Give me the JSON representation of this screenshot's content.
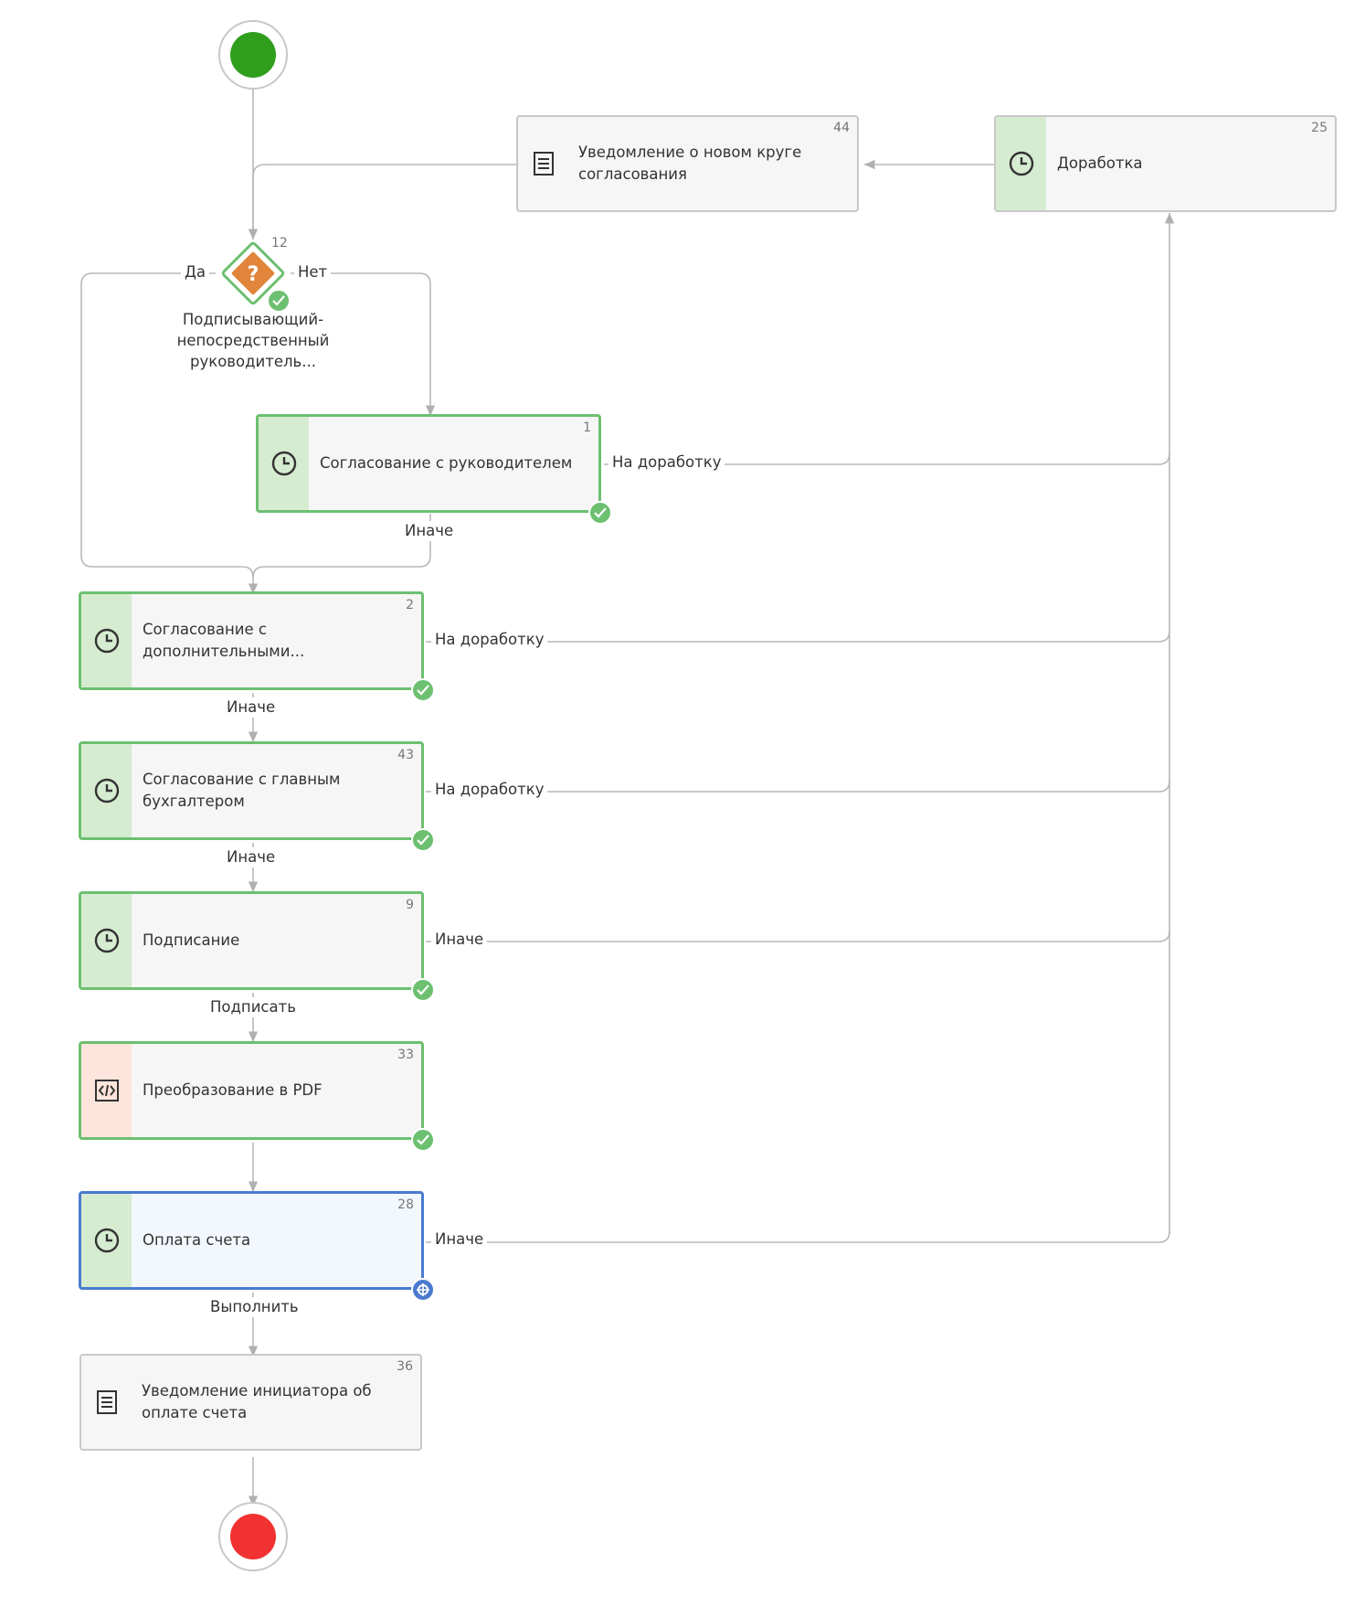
{
  "events": {
    "start_color": "#2f9e1d",
    "end_color": "#f03232"
  },
  "gateway": {
    "number": "12",
    "symbol": "?",
    "label_line1": "Подписывающий-",
    "label_line2": "непосредственный",
    "label_line3": "руководитель...",
    "yes_label": "Да",
    "no_label": "Нет",
    "color": "#e0853a"
  },
  "nodes": {
    "notify_round": {
      "number": "44",
      "label": "Уведомление о новом круге согласования",
      "icon": "document-icon"
    },
    "rework": {
      "number": "25",
      "label": "Доработка",
      "icon": "clock-icon"
    },
    "approve_manager": {
      "number": "1",
      "label": "Согласование с руководителем",
      "icon": "clock-icon"
    },
    "approve_additional": {
      "number": "2",
      "label": "Согласование с дополнительными...",
      "icon": "clock-icon"
    },
    "approve_accountant": {
      "number": "43",
      "label": "Согласование с главным бухгалтером",
      "icon": "clock-icon"
    },
    "signing": {
      "number": "9",
      "label": "Подписание",
      "icon": "clock-icon"
    },
    "to_pdf": {
      "number": "33",
      "label": "Преобразование в PDF",
      "icon": "code-icon"
    },
    "pay_invoice": {
      "number": "28",
      "label": "Оплата счета",
      "icon": "clock-icon"
    },
    "notify_paid": {
      "number": "36",
      "label": "Уведомление инициатора об оплате счета",
      "icon": "document-icon"
    }
  },
  "edges": {
    "manager_rework": "На доработку",
    "manager_else": "Иначе",
    "additional_rework": "На доработку",
    "additional_else": "Иначе",
    "accountant_rework": "На доработку",
    "accountant_else": "Иначе",
    "signing_else": "Иначе",
    "signing_sign": "Подписать",
    "pay_else": "Иначе",
    "pay_done": "Выполнить"
  },
  "colors": {
    "done_border": "#6cc070",
    "active_border": "#4a7bd0",
    "connector": "#b0b0b0"
  }
}
